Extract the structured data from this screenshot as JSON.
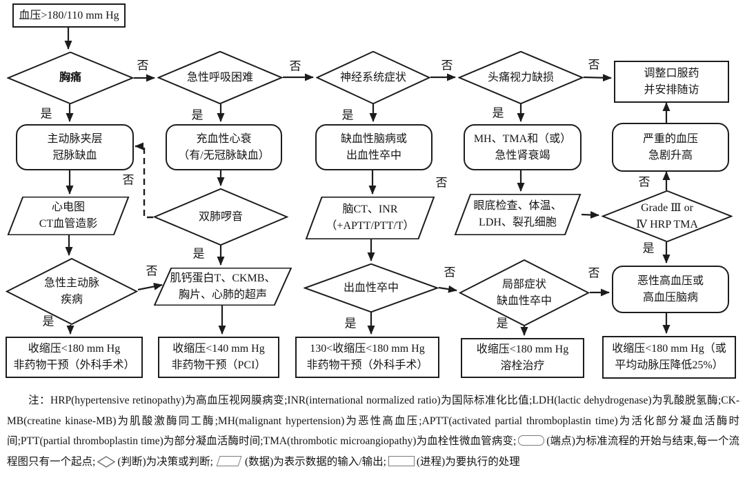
{
  "colors": {
    "line": "#1c1c1c"
  },
  "edge_labels": {
    "yes": "是",
    "no": "否"
  },
  "nodes": {
    "start": "血压>180/110 mm Hg",
    "chest_pain": "胸痛",
    "acute_dyspnea": "急性呼吸困难",
    "neuro_symptoms": "神经系统症状",
    "headache_vision_loss": "头痛视力缺损",
    "adjust_oral_meds": "调整口服药\n并安排随访",
    "aortic_dissection": "主动脉夹层\n冠脉缺血",
    "chf": "充血性心衰\n（有/无冠脉缺血）",
    "ischemic_encephalopathy": "缺血性脑病或\n出血性卒中",
    "mh_tma_arf": "MH、TMA和（或）\n急性肾衰竭",
    "severe_bp_rise": "严重的血压\n急剧升高",
    "ecg_ct_angio": "心电图\nCT血管造影",
    "bilateral_rales": "双肺啰音",
    "brain_ct_inr": "脑CT、INR\n（+APTT/PTT/T）",
    "fundus_exam": "眼底检查、体温、\nLDH、裂孔细胞",
    "grade_hrp_tma": "Grade Ⅲ or\nⅣ HRP TMA",
    "acute_aortic_disease": "急性主动脉\n疾病",
    "troponin_ckmb": "肌钙蛋白T、CKMB、\n胸片、心肺的超声",
    "hemorrhagic_stroke": "出血性卒中",
    "focal_ischemic_stroke": "局部症状\n缺血性卒中",
    "malignant_htn": "恶性高血压或\n高血压脑病",
    "sbp180_surgery": "收缩压<180 mm Hg\n非药物干预（外科手术）",
    "sbp140_pci": "收缩压<140 mm Hg\n非药物干预（PCI）",
    "sbp130_180_surgery": "130<收缩压<180 mm Hg\n非药物干预（外科手术）",
    "sbp180_thrombolysis": "收缩压<180 mm Hg\n溶栓治疗",
    "sbp180_map25": "收缩压<180 mm Hg（或\n平均动脉压降低25%）"
  },
  "note": {
    "seg1": "注：HRP(hypertensive retinopathy)为高血压视网膜病变;INR(international normalized ratio)为国际标准化比值;LDH(lactic dehydrogenase)为乳酸脱氢酶;CK-MB(creatine kinase-MB)为肌酸激酶同工酶;MH(malignant hypertension)为恶性高血压;APTT(activated partial thromboplastin time)为活化部分凝血活酶时间;PTT(partial thromboplastin time)为部分凝血活酶时间;TMA(thrombotic microangiopathy)为血栓性微血管病变;",
    "seg2": "(端点)为标准流程的开始与结束,每一个流程图只有一个起点;",
    "seg3": "(判断)为决策或判断;",
    "seg4": "(数据)为表示数据的输入/输出;",
    "seg5": "(进程)为要执行的处理"
  }
}
